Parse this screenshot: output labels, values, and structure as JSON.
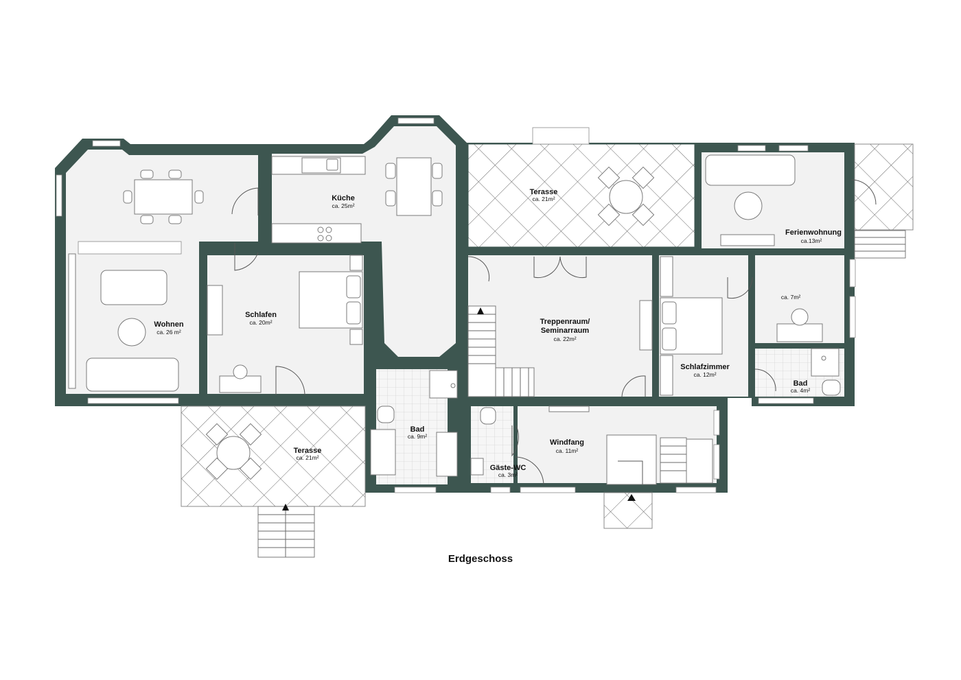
{
  "plan_title": "Erdgeschoss",
  "colors": {
    "wall": "#3d5650",
    "floor": "#f2f2f2",
    "background": "#ffffff"
  },
  "rooms": {
    "kueche": {
      "name": "Küche",
      "area": "ca. 25m²"
    },
    "terasse_top": {
      "name": "Terasse",
      "area": "ca. 21m²"
    },
    "ferienwohnung": {
      "name": "Ferienwohnung",
      "area": "ca.13m²"
    },
    "wohnen": {
      "name": "Wohnen",
      "area": "ca. 26 m²"
    },
    "schlafen": {
      "name": "Schlafen",
      "area": "ca. 20m²"
    },
    "treppenraum": {
      "name_line1": "Treppenraum/",
      "name_line2": "Seminarraum",
      "area": "ca. 22m²"
    },
    "arbeitsraum": {
      "area": "ca. 7m²"
    },
    "schlafzimmer": {
      "name": "Schlafzimmer",
      "area": "ca. 12m²"
    },
    "bad_right": {
      "name": "Bad",
      "area": "ca. 4m²"
    },
    "bad_center": {
      "name": "Bad",
      "area": "ca. 9m²"
    },
    "terasse_bottom": {
      "name": "Terasse",
      "area": "ca. 21m²"
    },
    "windfang": {
      "name": "Windfang",
      "area": "ca. 11m²"
    },
    "gaeste_wc": {
      "name": "Gäste-WC",
      "area": "ca. 3m²"
    }
  },
  "icons": [
    "arrow-up-icon",
    "dining-table-icon",
    "sofa-icon",
    "bed-icon",
    "round-table-icon",
    "desk-chair-icon",
    "stove-icon",
    "sink-icon",
    "toilet-icon",
    "shower-icon",
    "stairs-icon"
  ]
}
